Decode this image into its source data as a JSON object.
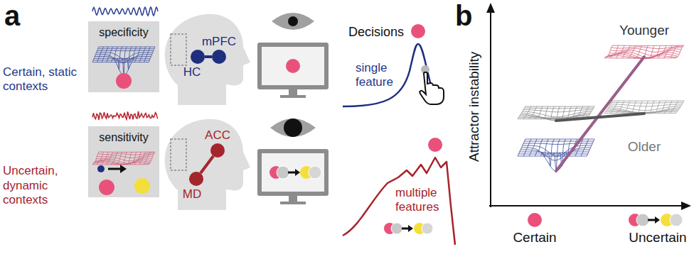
{
  "diagram": {
    "nodes": [
      {
        "text": [
          "specificity"
        ]
      },
      {
        "text": [
          "mPFC"
        ]
      },
      {
        "text": [
          "HC"
        ]
      },
      {
        "text": [
          "sensitivity"
        ]
      },
      {
        "text": [
          "ACC"
        ]
      },
      {
        "text": [
          "MD"
        ]
      }
    ],
    "edges": [
      {
        "from": 1,
        "to": 2,
        "arrow": "none"
      },
      {
        "from": 4,
        "to": 5,
        "arrow": "none"
      }
    ],
    "labels": [
      "a",
      "Certain, static contexts",
      "Uncertain, dynamic contexts",
      "Decisions",
      "single feature",
      "multiple features",
      "b",
      "Attractor instability",
      "Younger",
      "Older",
      "Certain",
      "Uncertain"
    ]
  }
}
